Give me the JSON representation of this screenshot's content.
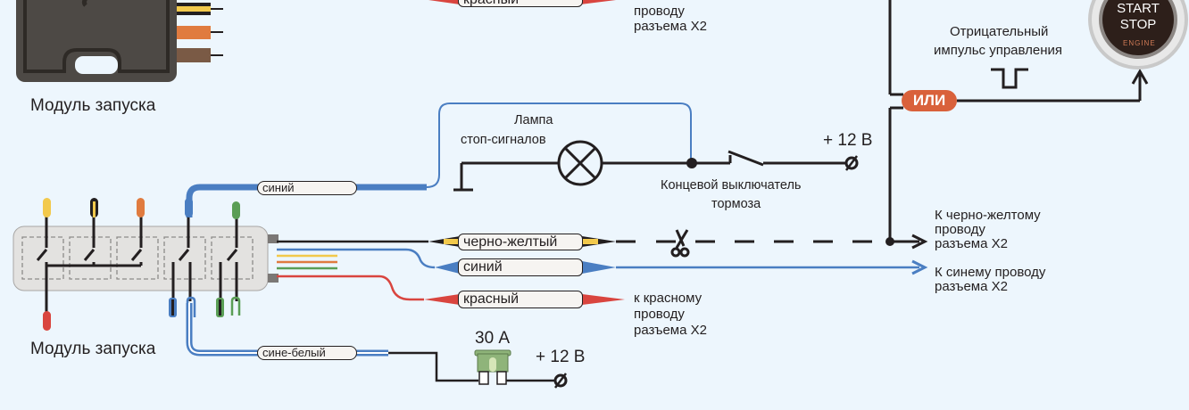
{
  "diagram": {
    "colors": {
      "background": "#edf6fd",
      "wire_black": "#231f20",
      "wire_blue": "#4a7ec2",
      "wire_red": "#d9453f",
      "wire_yellow": "#f2c94c",
      "wire_orange": "#e07b3f",
      "wire_green": "#5a9e55",
      "wire_brown": "#7a5a45",
      "module_dark": "#4d4945",
      "module_light": "#e3e2e0",
      "ili_badge": "#d9613b",
      "fuse_green": "#8fb47a"
    },
    "top_module": {
      "caption": "Модуль запуска",
      "top_wire_label": "красный",
      "top_note_lines": [
        "проводу",
        "разъема X2"
      ]
    },
    "brake_circuit": {
      "lamp_label_line1": "Лампа",
      "lamp_label_line2": "стоп-сигналов",
      "switch_label_line1": "Концевой выключатель",
      "switch_label_line2": "тормоза",
      "supply_label": "+ 12 В"
    },
    "start_stop": {
      "button_line1": "START",
      "button_line2": "STOP",
      "button_line3": "ENGINE",
      "pulse_label_line1": "Отрицательный",
      "pulse_label_line2": "импульс управления",
      "or_badge": "ИЛИ"
    },
    "bottom_module": {
      "caption": "Модуль запуска",
      "wire_labels": {
        "blue_top": "синий",
        "black_yellow": "черно-желтый",
        "blue": "синий",
        "red": "красный",
        "blue_white": "сине-белый"
      }
    },
    "destinations": {
      "black_yellow": [
        "К черно-желтому",
        "проводу",
        "разъема X2"
      ],
      "blue": [
        "К синему проводу",
        "разъема X2"
      ],
      "red": [
        "к красному",
        "проводу",
        "разъема X2"
      ]
    },
    "fuse": {
      "rating": "30 А",
      "supply_label": "+ 12 В"
    }
  }
}
